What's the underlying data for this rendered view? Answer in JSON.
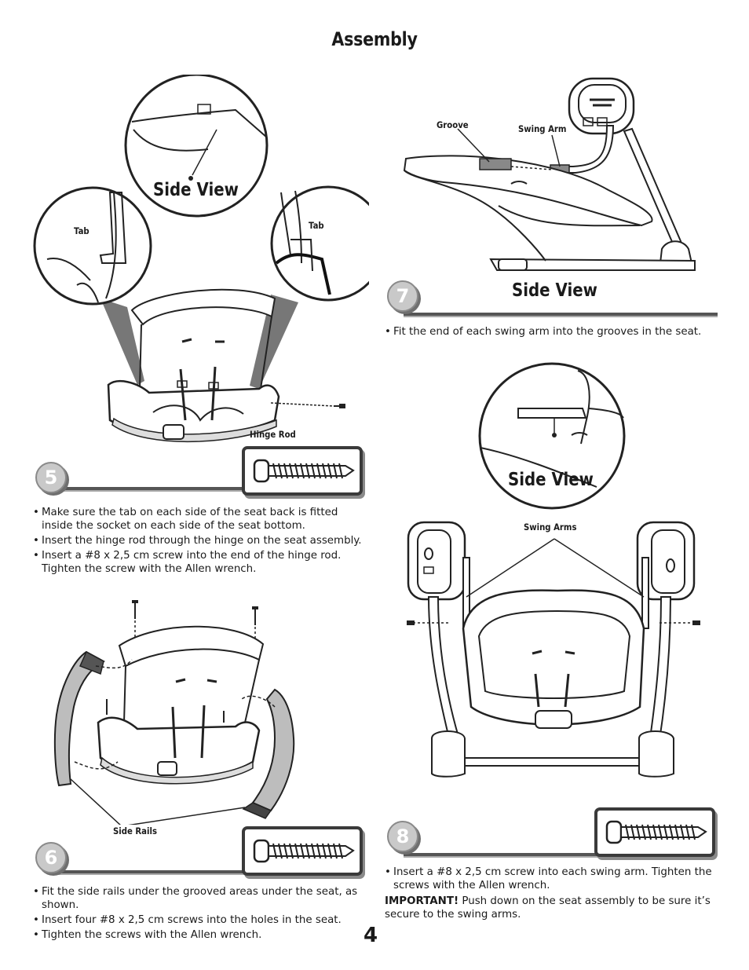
{
  "page": {
    "title": "Assembly",
    "page_number": "4"
  },
  "steps": [
    {
      "number": "5",
      "labels": {
        "tab_left": "Tab",
        "tab_right": "Tab",
        "hinge_rod": "Hinge Rod",
        "side_view": "Side View"
      },
      "instructions": [
        "Make sure the tab on each side of the seat back is fitted inside the socket on each side of the seat bottom.",
        "Insert the hinge rod through the hinge on the seat assembly.",
        "Insert a #8 x 2,5 cm screw into the end of the hinge rod. Tighten the screw with the Allen wrench."
      ]
    },
    {
      "number": "6",
      "labels": {
        "side_rails": "Side Rails"
      },
      "instructions": [
        "Fit the side rails under the grooved areas under the seat, as shown.",
        "Insert four #8 x 2,5 cm screws into the holes in the seat.",
        "Tighten the screws with the Allen wrench."
      ]
    },
    {
      "number": "7",
      "labels": {
        "groove": "Groove",
        "swing_arm": "Swing Arm",
        "side_view": "Side View"
      },
      "instructions": [
        "Fit the end of each swing arm into the grooves in the seat."
      ]
    },
    {
      "number": "8",
      "labels": {
        "swing_arms": "Swing Arms",
        "side_view": "Side View"
      },
      "instructions": [
        "Insert a #8 x 2,5 cm screw into each swing arm. Tighten the screws with the Allen wrench."
      ],
      "important_label": "IMPORTANT!",
      "important_text": " Push down on the seat assembly to be sure it’s secure to the swing arms."
    }
  ]
}
